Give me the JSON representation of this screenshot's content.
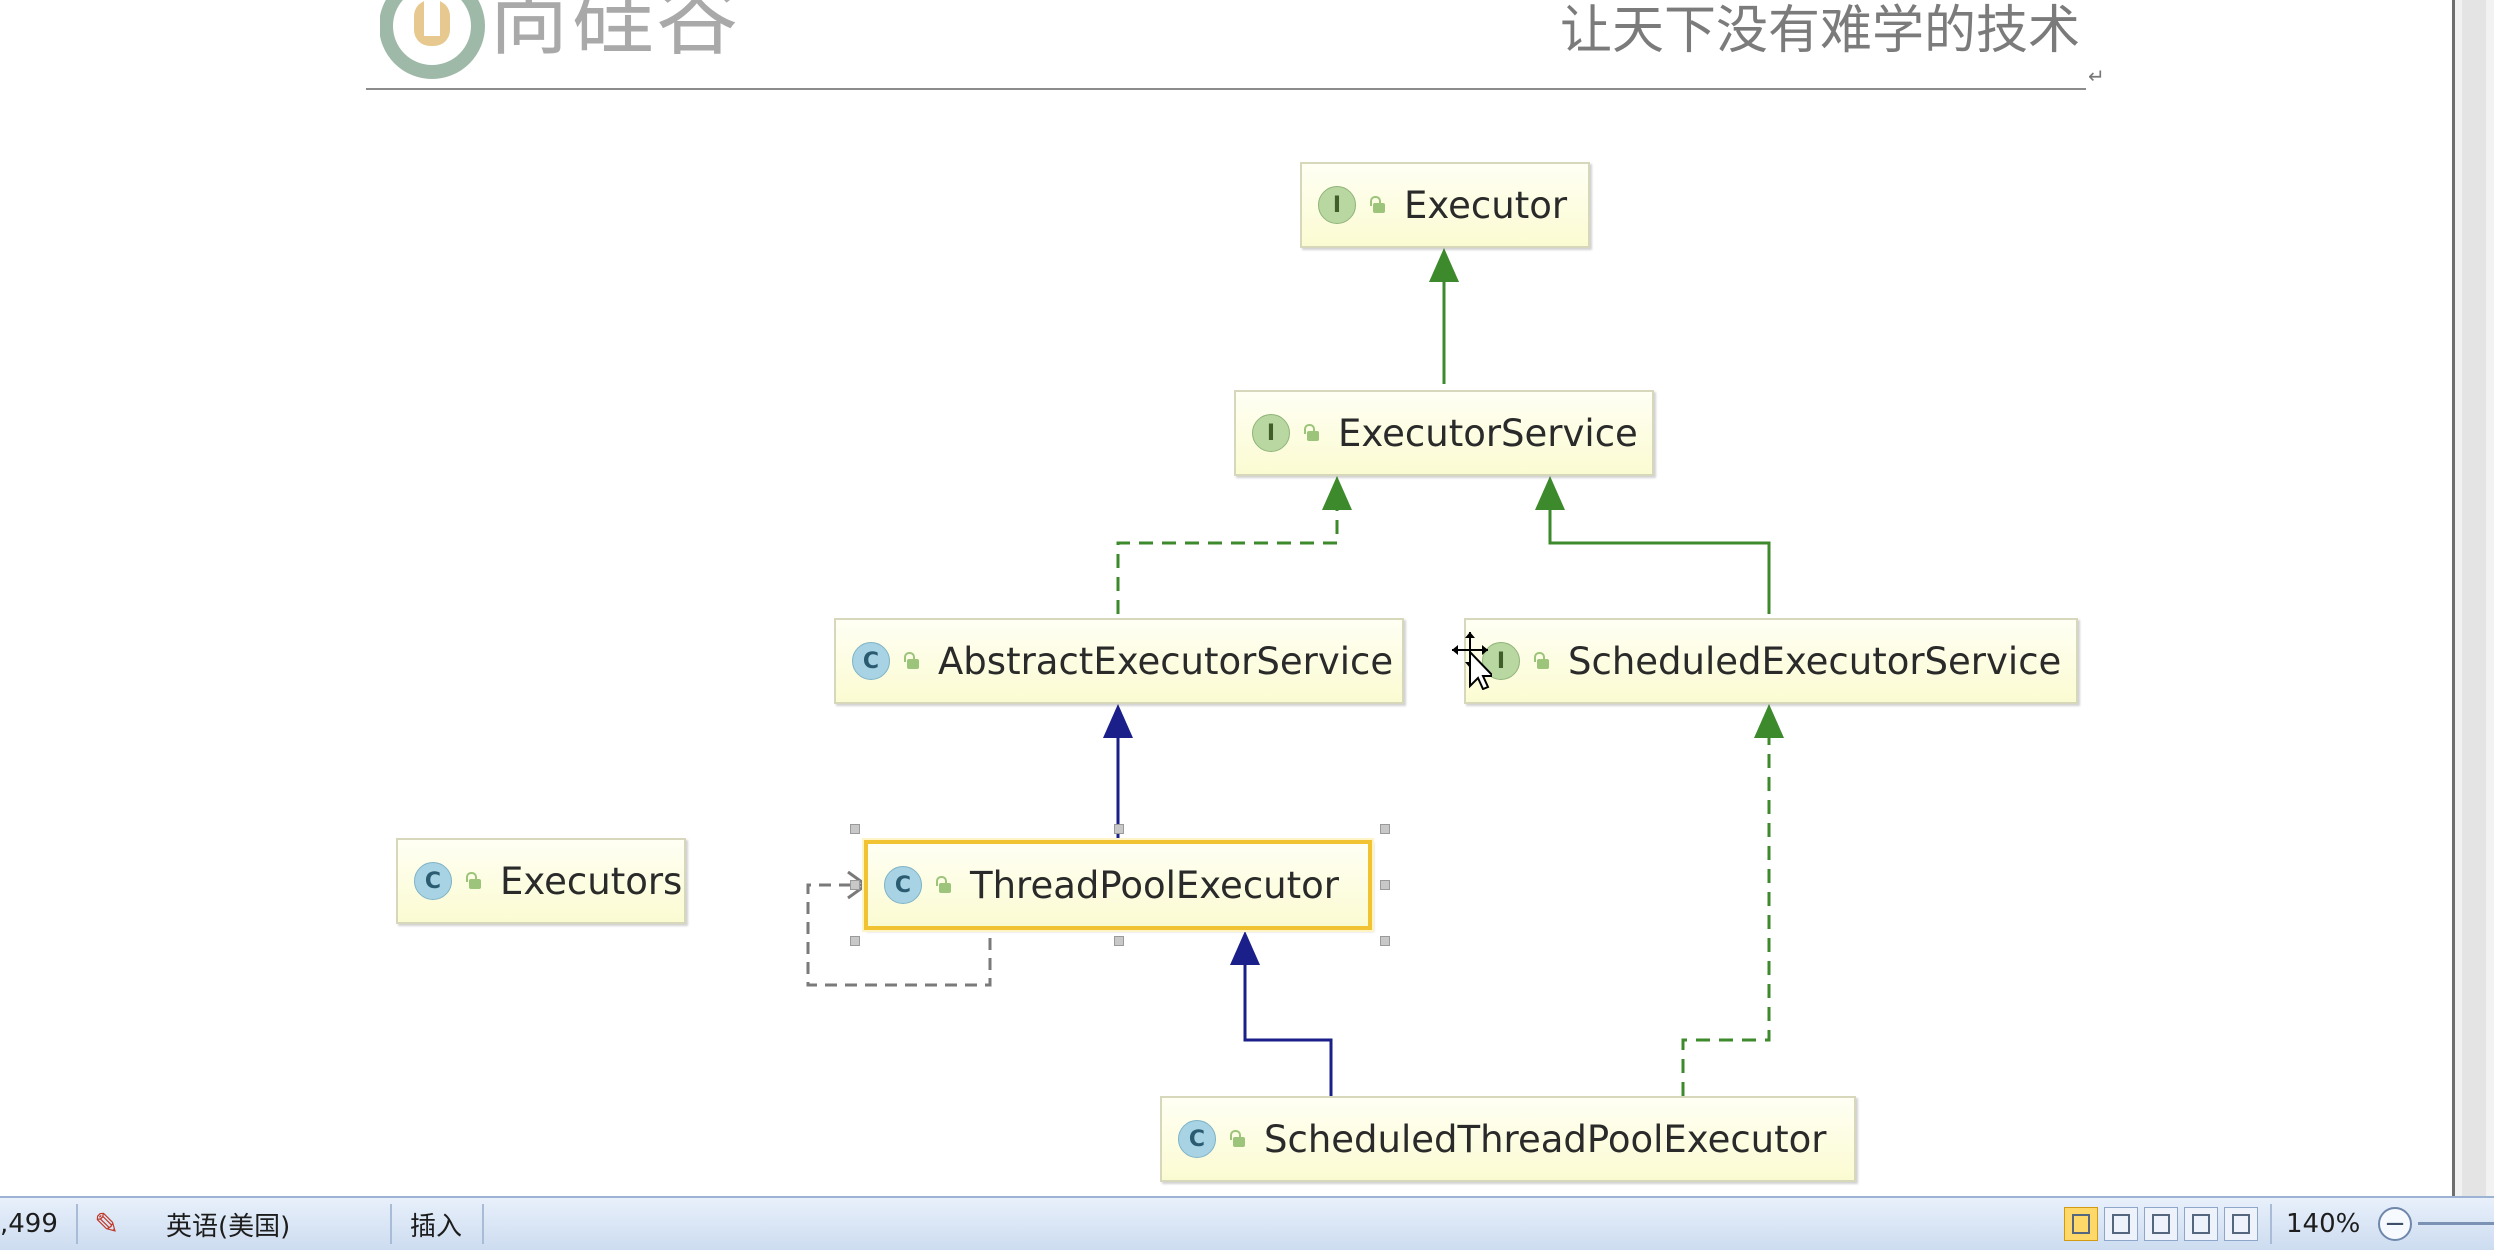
{
  "header": {
    "brand_name": "尚硅谷",
    "slogan": "让天下没有难学的技术"
  },
  "diagram": {
    "nodes": [
      {
        "id": "executor",
        "label": "Executor",
        "kind": "I"
      },
      {
        "id": "executor-service",
        "label": "ExecutorService",
        "kind": "I"
      },
      {
        "id": "abstract-executor-service",
        "label": "AbstractExecutorService",
        "kind": "C"
      },
      {
        "id": "scheduled-executor-service",
        "label": "ScheduledExecutorService",
        "kind": "I"
      },
      {
        "id": "executors",
        "label": "Executors",
        "kind": "C"
      },
      {
        "id": "thread-pool-executor",
        "label": "ThreadPoolExecutor",
        "kind": "C",
        "selected": true
      },
      {
        "id": "scheduled-thread-pool-executor",
        "label": "ScheduledThreadPoolExecutor",
        "kind": "C"
      }
    ],
    "edges": [
      {
        "from": "executor-service",
        "to": "executor",
        "type": "extends-interface"
      },
      {
        "from": "abstract-executor-service",
        "to": "executor-service",
        "type": "implements"
      },
      {
        "from": "scheduled-executor-service",
        "to": "executor-service",
        "type": "extends-interface"
      },
      {
        "from": "thread-pool-executor",
        "to": "abstract-executor-service",
        "type": "extends-class"
      },
      {
        "from": "scheduled-thread-pool-executor",
        "to": "thread-pool-executor",
        "type": "extends-class"
      },
      {
        "from": "scheduled-thread-pool-executor",
        "to": "scheduled-executor-service",
        "type": "implements"
      },
      {
        "from": "thread-pool-executor",
        "to": "thread-pool-executor",
        "type": "dependency"
      }
    ],
    "colors": {
      "interface_inheritance": "#3d8a2c",
      "class_inheritance": "#1a1f8a",
      "dependency": "#7a7a7a"
    }
  },
  "status_bar": {
    "word_count": ",499",
    "language": "英语(美国)",
    "mode": "插入",
    "zoom": "140%"
  }
}
